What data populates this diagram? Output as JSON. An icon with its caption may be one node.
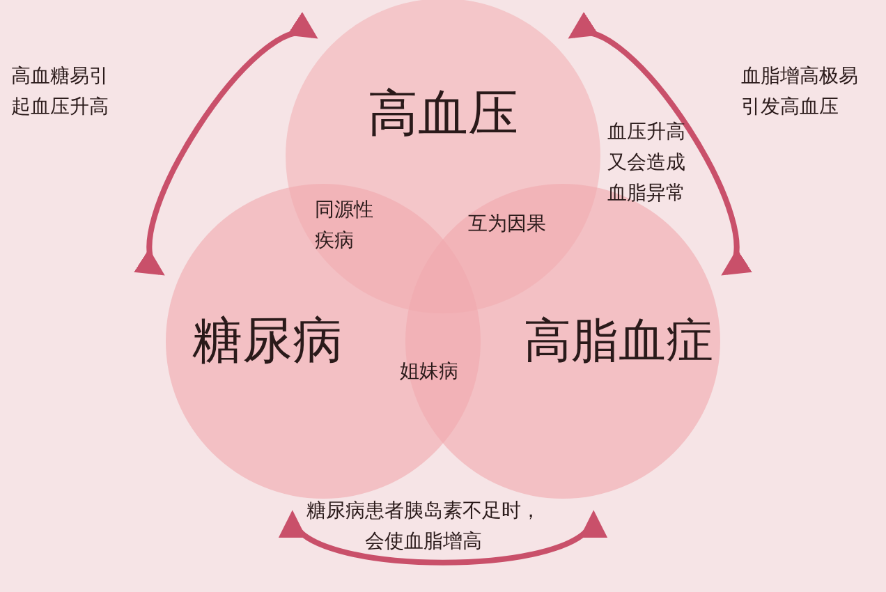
{
  "diagram": {
    "nodes": [
      {
        "text": [
          "高血压"
        ]
      },
      {
        "text": [
          "糖尿病"
        ]
      },
      {
        "text": [
          "高脂血症"
        ]
      }
    ],
    "edges": [
      {
        "from": 1,
        "to": 0,
        "arrow": "both",
        "label": "高血糖易引起血压升高"
      },
      {
        "from": 0,
        "to": 2,
        "arrow": "both",
        "label": "血脂增高极易引发高血压"
      },
      {
        "from": 1,
        "to": 2,
        "arrow": "both",
        "label": "糖尿病患者胰岛素不足时，会使血脂增高"
      }
    ],
    "labels": [
      "血压升高又会造成血脂异常",
      "同源性疾病",
      "互为因果",
      "姐妹病"
    ]
  }
}
